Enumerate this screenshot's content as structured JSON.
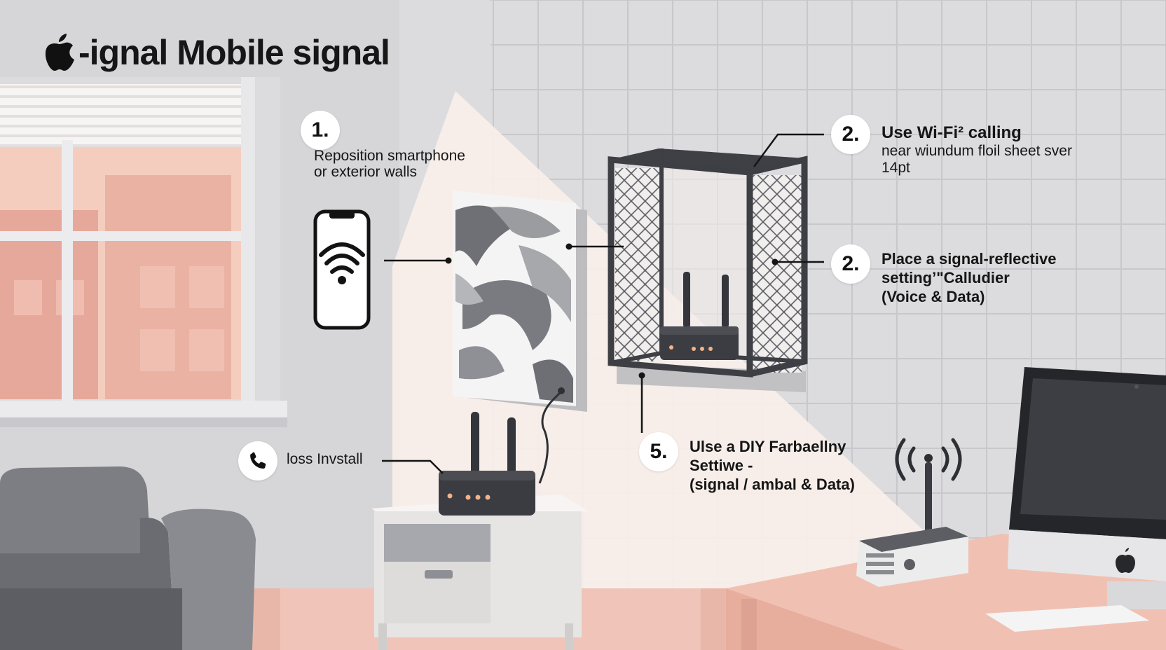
{
  "title": {
    "text": "-ignal Mobile signal",
    "logo_icon": "apple-logo-icon"
  },
  "steps": [
    {
      "number": "1.",
      "lines": [
        "Reposition smartphone",
        "or exterior walls"
      ]
    },
    {
      "number": "2.",
      "heading": "Use Wi-Fi² calling",
      "lines": [
        "near wiundum floil sheet sver",
        "14pt"
      ]
    },
    {
      "number": "2.",
      "lines": [
        "Place a signal-reflective",
        "setting’\"Calludier",
        "(Voice & Data)"
      ]
    },
    {
      "number": "5.",
      "lines": [
        "Ulse a DIY Farbaellny",
        "Settiwe -",
        "(signal / ambal & Data)"
      ]
    }
  ],
  "call_step": {
    "icon": "phone-handset-icon",
    "label": "loss Invstall"
  },
  "icons": {
    "smartphone": "smartphone-wifi-icon",
    "reflector": "signal-reflector-panel",
    "cage": "faraday-cage-icon",
    "router_main": "router-icon",
    "booster": "signal-booster-icon",
    "computer": "desktop-computer-icon"
  },
  "colors": {
    "wall": "#d9d9dc",
    "peach": "#f2c3b6",
    "dark": "#3b3d42",
    "text": "#161616"
  }
}
